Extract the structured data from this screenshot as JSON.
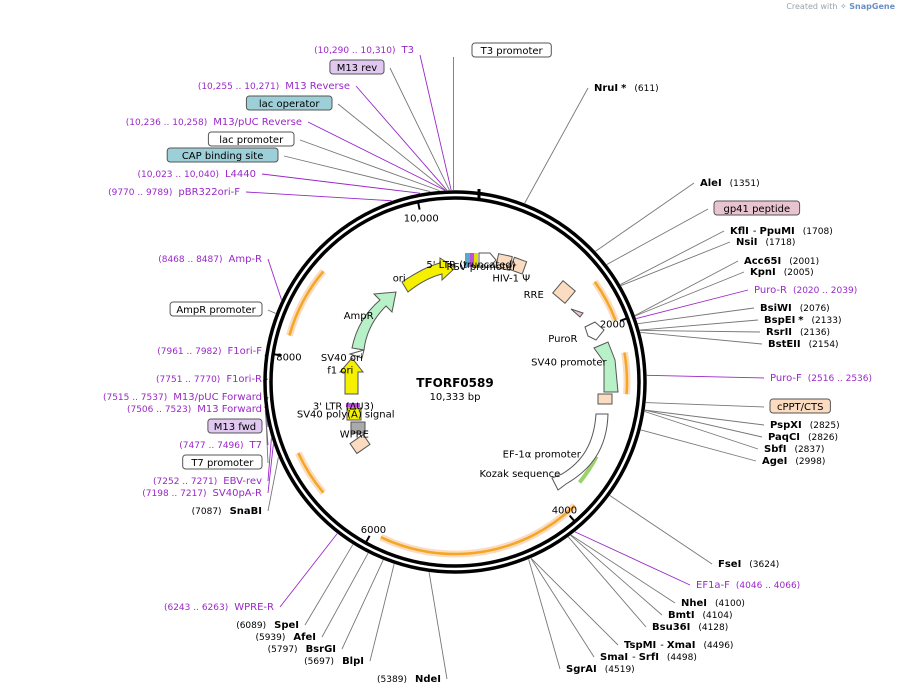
{
  "credit": {
    "prefix": "Created with",
    "brand": "SnapGene"
  },
  "plasmid": {
    "name": "TFORF0589",
    "length": "10,333 bp"
  },
  "ticks": [
    {
      "label": "2000",
      "bp": 2000
    },
    {
      "label": "4000",
      "bp": 4000
    },
    {
      "label": "6000",
      "bp": 6000
    },
    {
      "label": "8000",
      "bp": 8000
    },
    {
      "label": "10,000",
      "bp": 10000
    }
  ],
  "inner_features": [
    {
      "label": "RSV promoter",
      "bp": 380
    },
    {
      "label": "5' LTR (truncated)",
      "bp": 230
    },
    {
      "label": "HIV-1 Ψ",
      "bp": 840
    },
    {
      "label": "RRE",
      "bp": 1240
    },
    {
      "label": "PuroR",
      "bp": 2000
    },
    {
      "label": "SV40 promoter",
      "bp": 2350
    },
    {
      "label": "EF-1α promoter",
      "bp": 3760
    },
    {
      "label": "Kozak sequence",
      "bp": 4180
    },
    {
      "label": "WPRE",
      "bp": 6920
    },
    {
      "label": "SV40 poly(A) signal",
      "bp": 7230
    },
    {
      "label": "3' LTR (ΔU3)",
      "bp": 7350
    },
    {
      "label": "f1 ori",
      "bp": 7870
    },
    {
      "label": "SV40 ori",
      "bp": 8050
    },
    {
      "label": "AmpR",
      "bp": 8700
    },
    {
      "label": "ori",
      "bp": 9500
    }
  ],
  "right_labels": [
    {
      "name": "NruI",
      "star": "*",
      "pos": "(611)",
      "kind": "site",
      "bp": 611
    },
    {
      "name": "AleI",
      "pos": "(1351)",
      "kind": "site",
      "bp": 1351
    },
    {
      "name": "gp41 peptide",
      "kind": "box",
      "bp": 1500,
      "fill": "#e8c4d0"
    },
    {
      "name": "KflI",
      "pair": "PpuMI",
      "pos": "(1708)",
      "kind": "site",
      "bp": 1708
    },
    {
      "name": "NsiI",
      "pos": "(1718)",
      "kind": "site",
      "bp": 1718
    },
    {
      "name": "Acc65I",
      "pos": "(2001)",
      "kind": "site",
      "bp": 2001
    },
    {
      "name": "KpnI",
      "pos": "(2005)",
      "kind": "site",
      "bp": 2005
    },
    {
      "name": "Puro-R",
      "pos": "(2020 .. 2039)",
      "kind": "primer",
      "bp": 2030
    },
    {
      "name": "BsiWI",
      "pos": "(2076)",
      "kind": "site",
      "bp": 2076
    },
    {
      "name": "BspEI",
      "star": "*",
      "pos": "(2133)",
      "kind": "site",
      "bp": 2133
    },
    {
      "name": "RsrII",
      "pos": "(2136)",
      "kind": "site",
      "bp": 2136
    },
    {
      "name": "BstEII",
      "pos": "(2154)",
      "kind": "site",
      "bp": 2154
    },
    {
      "name": "Puro-F",
      "pos": "(2516 .. 2536)",
      "kind": "primer",
      "bp": 2526
    },
    {
      "name": "cPPT/CTS",
      "kind": "box",
      "bp": 2760,
      "fill": "#fbdcc0"
    },
    {
      "name": "PspXI",
      "pos": "(2825)",
      "kind": "site",
      "bp": 2825
    },
    {
      "name": "PaqCI",
      "pos": "(2826)",
      "kind": "site",
      "bp": 2826
    },
    {
      "name": "SbfI",
      "pos": "(2837)",
      "kind": "site",
      "bp": 2837
    },
    {
      "name": "AgeI",
      "pos": "(2998)",
      "kind": "site",
      "bp": 2998
    },
    {
      "name": "FseI",
      "pos": "(3624)",
      "kind": "site",
      "bp": 3624
    },
    {
      "name": "EF1a-F",
      "pos": "(4046 .. 4066)",
      "kind": "primer",
      "bp": 4056
    },
    {
      "name": "NheI",
      "pos": "(4100)",
      "kind": "site",
      "bp": 4100
    },
    {
      "name": "BmtI",
      "pos": "(4104)",
      "kind": "site",
      "bp": 4104
    },
    {
      "name": "Bsu36I",
      "pos": "(4128)",
      "kind": "site",
      "bp": 4128
    },
    {
      "name": "TspMI",
      "pair": "XmaI",
      "pos": "(4496)",
      "kind": "site",
      "bp": 4496
    },
    {
      "name": "SmaI",
      "pair": "SrfI",
      "pos": "(4498)",
      "kind": "site",
      "bp": 4498
    },
    {
      "name": "SgrAI",
      "pos": "(4519)",
      "kind": "site",
      "bp": 4519
    }
  ],
  "left_labels": [
    {
      "name": "T3 promoter",
      "kind": "box",
      "bp": 10320,
      "fill": "#ffffff"
    },
    {
      "name": "T3",
      "pos": "(10,290 .. 10,310)",
      "kind": "primer",
      "bp": 10300
    },
    {
      "name": "M13 rev",
      "kind": "box",
      "bp": 10285,
      "fill": "#e0c8f0"
    },
    {
      "name": "M13 Reverse",
      "pos": "(10,255 .. 10,271)",
      "kind": "primer",
      "bp": 10263
    },
    {
      "name": "lac operator",
      "kind": "box",
      "bp": 10250,
      "fill": "#9ccfd8"
    },
    {
      "name": "M13/pUC Reverse",
      "pos": "(10,236 .. 10,258)",
      "kind": "primer",
      "bp": 10247
    },
    {
      "name": "lac promoter",
      "kind": "box",
      "bp": 10200,
      "fill": "#ffffff"
    },
    {
      "name": "CAP binding site",
      "kind": "box",
      "bp": 10120,
      "fill": "#9ccfd8"
    },
    {
      "name": "L4440",
      "pos": "(10,023 .. 10,040)",
      "kind": "primer",
      "bp": 10031
    },
    {
      "name": "pBR322ori-F",
      "pos": "(9770 .. 9789)",
      "kind": "primer",
      "bp": 9780
    },
    {
      "name": "Amp-R",
      "pos": "(8468 .. 8487)",
      "kind": "primer",
      "bp": 8478
    },
    {
      "name": "AmpR promoter",
      "kind": "box",
      "bp": 8350,
      "fill": "#ffffff"
    },
    {
      "name": "F1ori-F",
      "pos": "(7961 .. 7982)",
      "kind": "primer",
      "bp": 7971
    },
    {
      "name": "F1ori-R",
      "pos": "(7751 .. 7770)",
      "kind": "primer",
      "bp": 7760
    },
    {
      "name": "M13/pUC Forward",
      "pos": "(7515 .. 7537)",
      "kind": "primer",
      "bp": 7526
    },
    {
      "name": "M13 Forward",
      "pos": "(7506 .. 7523)",
      "kind": "primer",
      "bp": 7515
    },
    {
      "name": "M13 fwd",
      "kind": "box",
      "bp": 7505,
      "fill": "#e0c8f0"
    },
    {
      "name": "T7",
      "pos": "(7477 .. 7496)",
      "kind": "primer",
      "bp": 7486
    },
    {
      "name": "T7 promoter",
      "kind": "box",
      "bp": 7470,
      "fill": "#ffffff"
    },
    {
      "name": "EBV-rev",
      "pos": "(7252 .. 7271)",
      "kind": "primer",
      "bp": 7261
    },
    {
      "name": "SV40pA-R",
      "pos": "(7198 .. 7217)",
      "kind": "primer",
      "bp": 7207
    },
    {
      "name": "SnaBI",
      "pos": "(7087)",
      "kind": "site",
      "bp": 7087
    },
    {
      "name": "WPRE-R",
      "pos": "(6243 .. 6263)",
      "kind": "primer",
      "bp": 6253
    },
    {
      "name": "SpeI",
      "pos": "(6089)",
      "kind": "site",
      "bp": 6089
    },
    {
      "name": "AfeI",
      "pos": "(5939)",
      "kind": "site",
      "bp": 5939
    },
    {
      "name": "BsrGI",
      "pos": "(5797)",
      "kind": "site",
      "bp": 5797
    },
    {
      "name": "BlpI",
      "pos": "(5697)",
      "kind": "site",
      "bp": 5697
    },
    {
      "name": "NdeI",
      "pos": "(5389)",
      "kind": "site",
      "bp": 5389
    }
  ],
  "colors": {
    "primer": "#9a28c8",
    "line": "#777777",
    "orange": "#f5a623",
    "green": "#b8f0c8",
    "peach": "#fbdcc0",
    "yellow": "#f4f000"
  }
}
